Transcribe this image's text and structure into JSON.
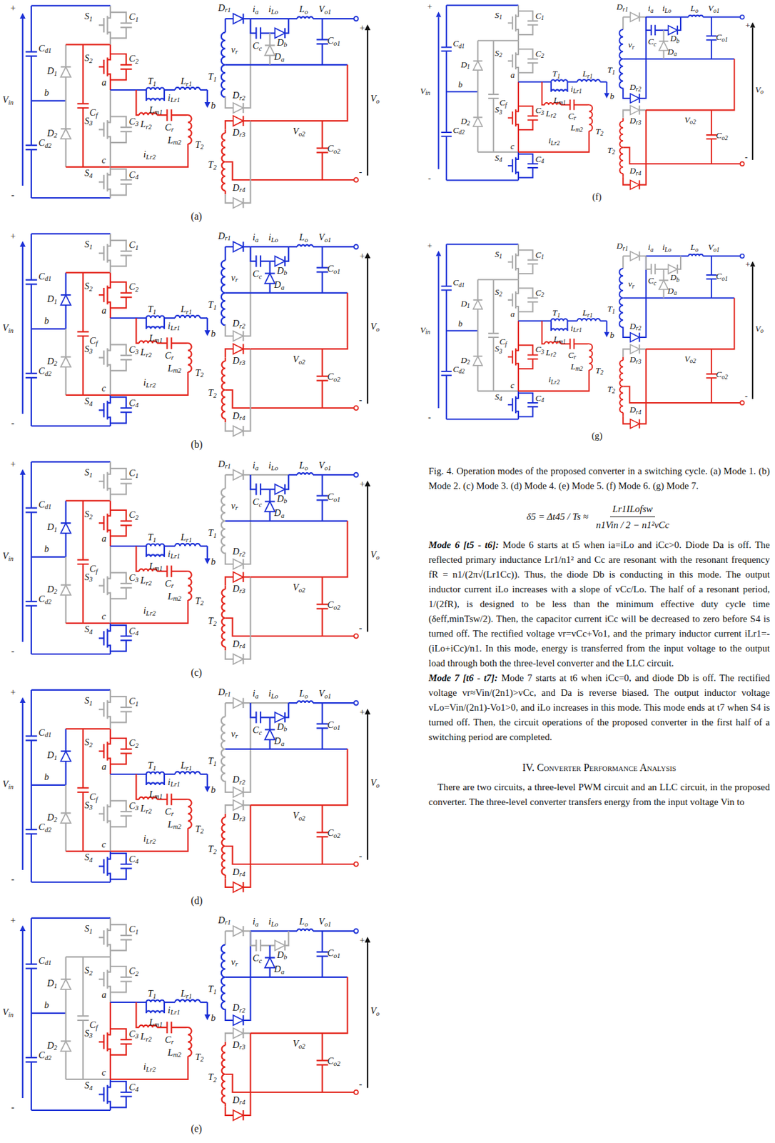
{
  "diagram": {
    "caption": "Fig. 4. Operation modes of the proposed converter in a switching cycle. (a) Mode 1. (b) Mode 2. (c) Mode 3. (d) Mode 4. (e) Mode 5. (f) Mode 6. (g) Mode 7.",
    "labels": [
      "+",
      "Vin",
      "-",
      "Cd1",
      "Cd2",
      "b",
      "D1",
      "D2",
      "Cf",
      "S1",
      "C1",
      "S2",
      "C2",
      "a",
      "S3",
      "C3",
      "c",
      "S4",
      "C4",
      "T1",
      "Lm1",
      "Lr1",
      "iLr1",
      "Cr",
      "Lr2",
      "Lm2",
      "iLr2",
      "T2",
      "b",
      "Dr1",
      "ia",
      "iLo",
      "Lo",
      "Vo1",
      "vr",
      "Cc",
      "Db",
      "Da",
      "Co1",
      "T1",
      "Dr2",
      "Vo",
      "Dr3",
      "Vo2",
      "Co2",
      "T2",
      "Dr4",
      "+",
      "-",
      "(a)",
      "+",
      "Vin",
      "-",
      "Cd1",
      "Cd2",
      "b",
      "D1",
      "D2",
      "Cf",
      "S1",
      "C1",
      "S2",
      "C2",
      "a",
      "S3",
      "C3",
      "c",
      "S4",
      "C4",
      "T1",
      "Lm1",
      "Lr1",
      "iLr1",
      "Cr",
      "Lr2",
      "Lm2",
      "iLr2",
      "T2",
      "b",
      "Dr1",
      "ia",
      "iLo",
      "Lo",
      "Vo1",
      "vr",
      "Cc",
      "Db",
      "Da",
      "Co1",
      "T1",
      "Dr2",
      "Vo",
      "Dr3",
      "Vo2",
      "Co2",
      "T2",
      "Dr4",
      "+",
      "-",
      "(b)",
      "+",
      "Vin",
      "-",
      "Cd1",
      "Cd2",
      "b",
      "D1",
      "D2",
      "Cf",
      "S1",
      "C1",
      "S2",
      "C2",
      "a",
      "S3",
      "C3",
      "c",
      "S4",
      "C4",
      "T1",
      "Lm1",
      "Lr1",
      "iLr1",
      "Cr",
      "Lr2",
      "Lm2",
      "iLr2",
      "T2",
      "b",
      "Dr1",
      "ia",
      "iLo",
      "Lo",
      "Vo1",
      "vr",
      "Cc",
      "Db",
      "Da",
      "Co1",
      "T1",
      "Dr2",
      "Vo",
      "Dr3",
      "Vo2",
      "Co2",
      "T2",
      "Dr4",
      "+",
      "-",
      "(c)",
      "+",
      "Vin",
      "-",
      "Cd1",
      "Cd2",
      "b",
      "D1",
      "D2",
      "Cf",
      "S1",
      "C1",
      "S2",
      "C2",
      "a",
      "S3",
      "C3",
      "c",
      "S4",
      "C4",
      "T1",
      "Lm1",
      "Lr1",
      "iLr1",
      "Cr",
      "Lr2",
      "Lm2",
      "iLr2",
      "T2",
      "b",
      "Dr1",
      "ia",
      "iLo",
      "Lo",
      "Vo1",
      "vr",
      "Cc",
      "Db",
      "Da",
      "Co1",
      "T1",
      "Dr2",
      "Vo",
      "Dr3",
      "Vo2",
      "Co2",
      "T2",
      "Dr4",
      "+",
      "-",
      "(d)",
      "+",
      "Vin",
      "-",
      "Cd1",
      "Cd2",
      "b",
      "D1",
      "D2",
      "Cf",
      "S1",
      "C1",
      "S2",
      "C2",
      "a",
      "S3",
      "C3",
      "c",
      "S4",
      "C4",
      "T1",
      "Lm1",
      "Lr1",
      "iLr1",
      "Cr",
      "Lr2",
      "Lm2",
      "iLr2",
      "T2",
      "b",
      "Dr1",
      "ia",
      "iLo",
      "Lo",
      "Vo1",
      "vr",
      "Cc",
      "Db",
      "Da",
      "Co1",
      "T1",
      "Dr2",
      "Vo",
      "Dr3",
      "Vo2",
      "Co2",
      "T2",
      "Dr4",
      "+",
      "-",
      "(e)",
      "+",
      "Vin",
      "-",
      "Cd1",
      "Cd2",
      "b",
      "D1",
      "D2",
      "Cf",
      "S1",
      "C1",
      "S2",
      "C2",
      "a",
      "S3",
      "C3",
      "c",
      "S4",
      "C4",
      "T1",
      "Lm1",
      "Lr1",
      "iLr1",
      "Cr",
      "Lr2",
      "Lm2",
      "iLr2",
      "T2",
      "b",
      "Dr1",
      "ia",
      "iLo",
      "Lo",
      "Vo1",
      "vr",
      "Cc",
      "Db",
      "Da",
      "Co1",
      "T1",
      "Dr2",
      "Vo",
      "Dr3",
      "Vo2",
      "Co2",
      "T2",
      "Dr4",
      "+",
      "-",
      "(f)",
      "+",
      "Vin",
      "-",
      "Cd1",
      "Cd2",
      "b",
      "D1",
      "D2",
      "Cf",
      "S1",
      "C1",
      "S2",
      "C2",
      "a",
      "S3",
      "C3",
      "c",
      "S4",
      "C4",
      "T1",
      "Lm1",
      "Lr1",
      "iLr1",
      "Cr",
      "Lr2",
      "Lm2",
      "iLr2",
      "T2",
      "b",
      "Dr1",
      "ia",
      "iLo",
      "Lo",
      "Vo1",
      "vr",
      "Cc",
      "Db",
      "Da",
      "Co1",
      "T1",
      "Dr2",
      "Vo",
      "Dr3",
      "Vo2",
      "Co2",
      "T2",
      "Dr4",
      "+",
      "-",
      "(g)",
      "δ5 = Δt45 / Ts ≈",
      "Lr1ILofsw",
      "n1Vin / 2 − n1²vCc",
      "Mode 6 [t5 - t6]:",
      "Mode 6 starts at t5 when ia=iLo and iCc>0. Diode Da is off. The reflected primary inductance Lr1/n1² and Cc are resonant with the resonant frequency fR = n1/(2π√(Lr1Cc)). Thus, the diode Db is conducting in this mode. The output inductor current iLo increases with a slope of vCc/Lo. The half of a resonant period, 1/(2fR), is designed to be less than the minimum effective duty cycle time (δeff,minTsw/2). Then, the capacitor current iCc will be decreased to zero before S4 is turned off. The rectified voltage vr=vCc+Vo1, and the primary inductor current iLr1=-(iLo+iCc)/n1. In this mode, energy is transferred from the input voltage to the output load through both the three-level converter and the LLC circuit.",
      "Mode 7 [t6 - t7]:",
      "Mode 7 starts at t6 when iCc=0, and diode Db is off. The rectified voltage vr≈Vin/(2n1)>vCc, and Da is reverse biased. The output inductor voltage vLo=Vin/(2n1)-Vo1>0, and iLo increases in this mode. This mode ends at t7 when S4 is turned off. Then, the circuit operations of the proposed converter in the first half of a switching period are completed.",
      "IV. Converter Performance Analysis",
      "There are two circuits, a three-level PWM circuit and an LLC circuit, in the proposed converter. The three-level converter transfers energy from the input voltage Vin to"
    ]
  }
}
